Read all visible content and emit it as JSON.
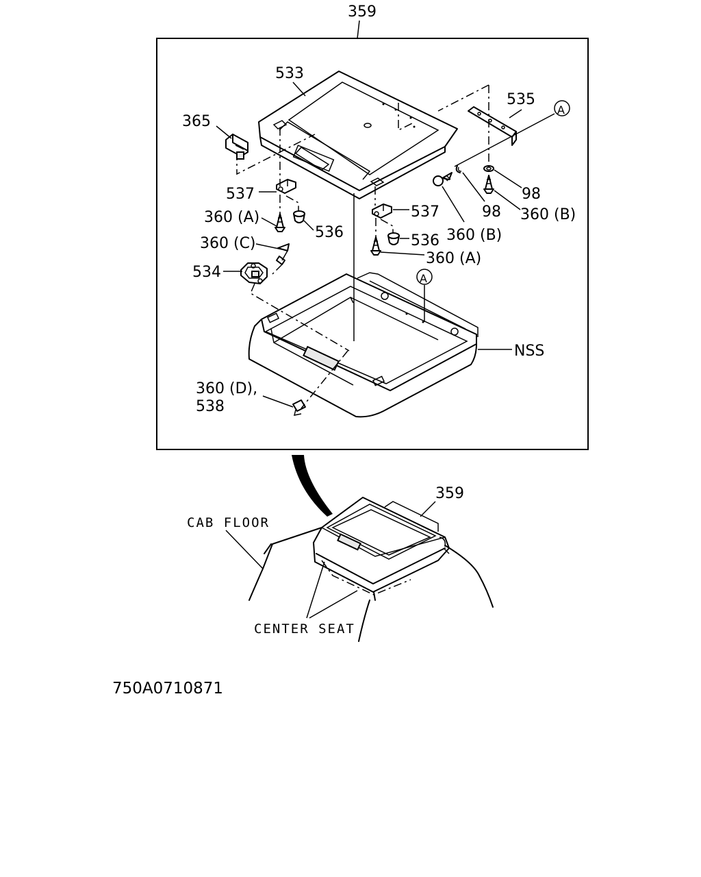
{
  "labels": {
    "top_assembly": "359",
    "bezel": "533",
    "hinge_plate": "535",
    "callout_a_top": "A",
    "latch": "365",
    "bracket_left": "537",
    "fastener_a_left": "360 (A)",
    "stopper_left": "536",
    "fastener_c": "360 (C)",
    "striker": "534",
    "bracket_right": "537",
    "stopper_right": "536",
    "fastener_a_right": "360 (A)",
    "fastener_b_center": "360 (B)",
    "washer_center": "98",
    "washer_right": "98",
    "fastener_b_right": "360 (B)",
    "callout_a_tray": "A",
    "nss": "NSS",
    "fastener_d_line1": "360 (D),",
    "fastener_d_line2": "538",
    "inset_assembly": "359",
    "cab_floor": "CAB FLOOR",
    "center_seat": "CENTER SEAT"
  },
  "diagram_code": "750A0710871"
}
